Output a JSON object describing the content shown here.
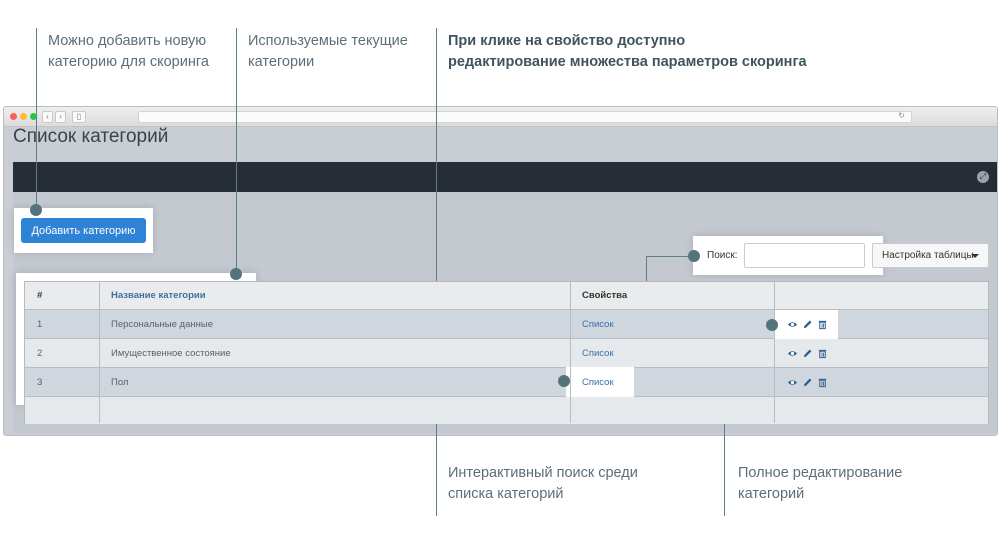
{
  "annotations": {
    "add_category": [
      "Можно добавить новую",
      "категорию для скоринга"
    ],
    "current_categories": [
      "Используемые текущие",
      "категории"
    ],
    "properties": [
      "При клике на свойство доступно",
      "редактирование множества параметров скоринга"
    ],
    "search": [
      "Интерактивный поиск среди",
      "списка категорий"
    ],
    "full_edit": [
      "Полное редактирование",
      "категорий"
    ]
  },
  "page": {
    "title": "Список категорий",
    "add_button": "Добавить категорию",
    "search_label": "Поиск:",
    "search_value": "",
    "settings_button": "Настройка таблицы"
  },
  "table": {
    "columns": [
      "#",
      "Название категории",
      "Свойства",
      ""
    ],
    "rows": [
      {
        "num": "1",
        "name": "Персональные данные",
        "props": "Список"
      },
      {
        "num": "2",
        "name": "Имущественное состояние",
        "props": "Список"
      },
      {
        "num": "3",
        "name": "Пол",
        "props": "Список"
      }
    ],
    "row_actions": [
      "eye-icon",
      "pencil-icon",
      "trash-icon"
    ]
  },
  "colors": {
    "accent": "#2f83d6",
    "dark_bar": "#262d35",
    "annotation_line": "#5e7d87",
    "link": "#3b6fa6"
  }
}
